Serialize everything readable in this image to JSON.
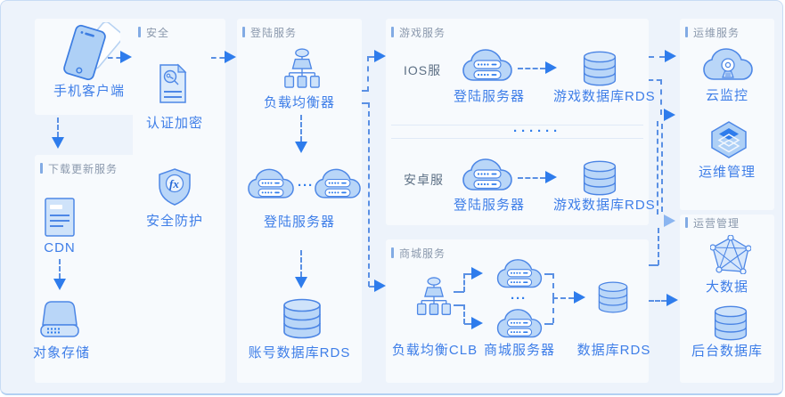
{
  "sections": {
    "client": {
      "label": "手机客户端"
    },
    "download": {
      "header": "下载更新服务",
      "cdn": "CDN",
      "storage": "对象存储"
    },
    "security": {
      "header": "安全",
      "auth": "认证加密",
      "protect": "安全防护",
      "fx": "fx"
    },
    "login": {
      "header": "登陆服务",
      "lb": "负载均衡器",
      "server": "登陆服务器",
      "ellipsis": "···",
      "db": "账号数据库RDS"
    },
    "game": {
      "header": "游戏服务",
      "ellipsis": "······",
      "rows": [
        {
          "env": "IOS服",
          "server": "登陆服务器",
          "db": "游戏数据库RDS"
        },
        {
          "env": "安卓服",
          "server": "登陆服务器",
          "db": "游戏数据库RDS"
        }
      ]
    },
    "mall": {
      "header": "商城服务",
      "clb": "负载均衡CLB",
      "server": "商城服务器",
      "ellipsis": "···",
      "db": "数据库RDS"
    },
    "ops": {
      "header": "运维服务",
      "monitor": "云监控",
      "manage": "运维管理"
    },
    "biz": {
      "header": "运营管理",
      "bigdata": "大数据",
      "db": "后台数据库"
    }
  },
  "colors": {
    "accent": "#2e7cec",
    "icon_stroke": "#4d87e6",
    "icon_fill": "#b9d6f8",
    "label_text": "#3e7ee8",
    "header_text": "#8b99ad",
    "panel_bg": "#f7fafd",
    "canvas_bg": "#edf3fb",
    "border": "#c8dcf4",
    "dash": "#5a90e4"
  }
}
